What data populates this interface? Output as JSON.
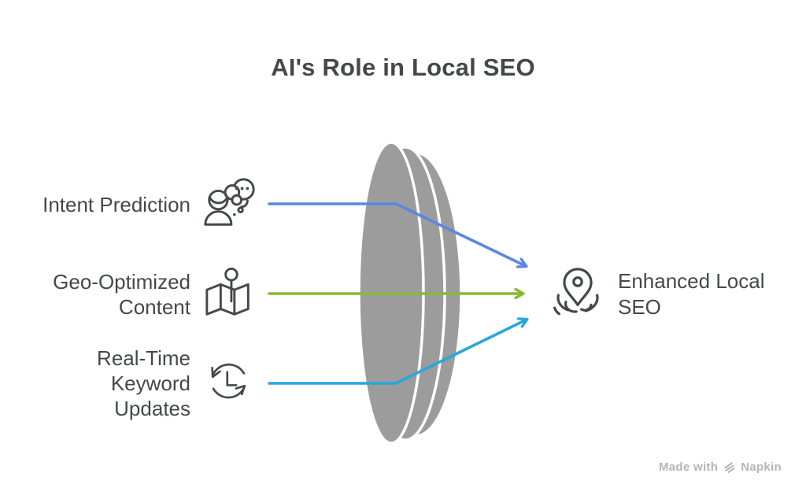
{
  "title": "AI's Role in Local SEO",
  "inputs": [
    {
      "label": "Intent Prediction",
      "icon": "person-thought-icon",
      "line_color": "#5b86e3"
    },
    {
      "label": "Geo-Optimized\nContent",
      "icon": "map-pin-icon",
      "line_color": "#8ab831"
    },
    {
      "label": "Real-Time\nKeyword\nUpdates",
      "icon": "refresh-clock-icon",
      "line_color": "#2aa6da"
    }
  ],
  "output": {
    "label": "Enhanced Local\nSEO",
    "icon": "location-ripples-icon"
  },
  "lens_color": "#9c9c9c",
  "text_color": "#45484b",
  "watermark": {
    "text": "Made with",
    "brand": "Napkin",
    "color": "#b4b4b4"
  }
}
